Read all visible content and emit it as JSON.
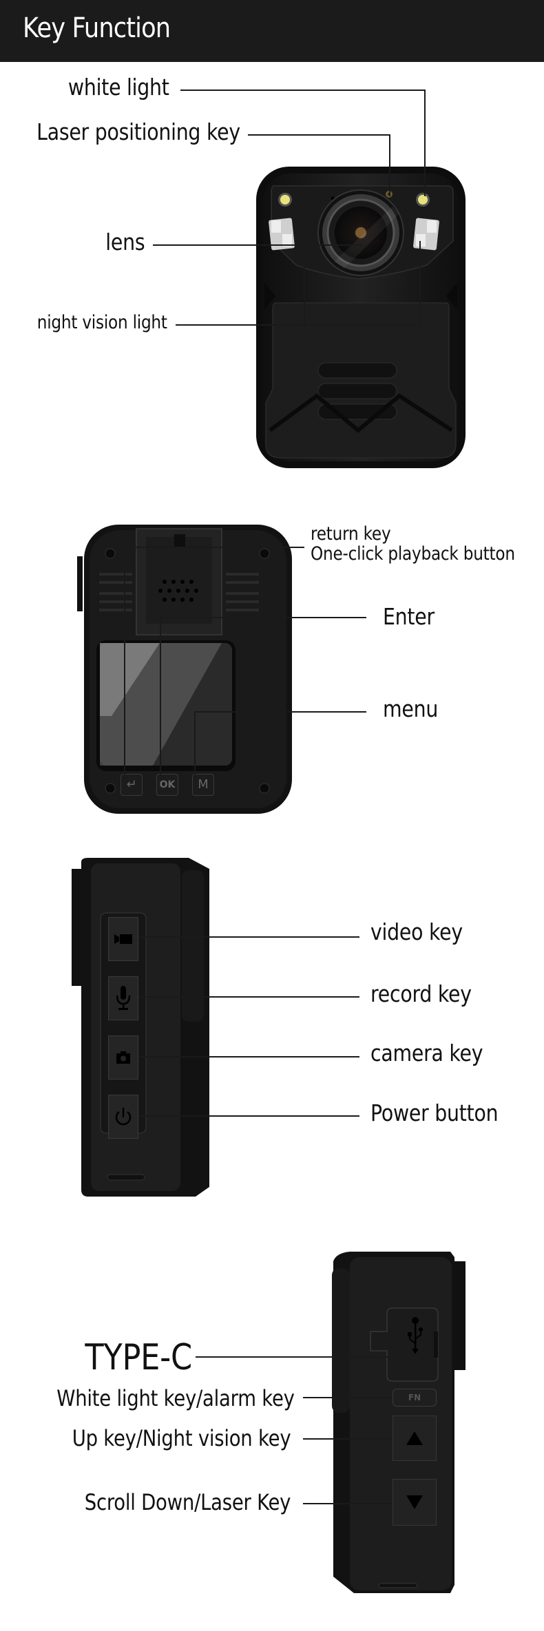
{
  "header": {
    "title": "Key Function"
  },
  "sections": {
    "front": {
      "labels": {
        "white_light": "white light",
        "laser_positioning_key": "Laser positioning key",
        "lens": "lens",
        "night_vision_light": "night vision light"
      }
    },
    "back": {
      "labels": {
        "return_key": "return key",
        "one_click_playback": "One-click playback button",
        "enter": "Enter",
        "menu": "menu"
      },
      "buttons": {
        "return": "↵",
        "ok": "OK",
        "menu": "M"
      }
    },
    "left_side": {
      "labels": {
        "video_key": "video key",
        "record_key": "record key",
        "camera_key": "camera key",
        "power_button": "Power button"
      }
    },
    "right_side": {
      "labels": {
        "type_c": "TYPE-C",
        "white_light_alarm": "White light key/alarm key",
        "up_night_vision": "Up key/Night vision key",
        "scroll_down_laser": "Scroll Down/Laser Key"
      },
      "buttons": {
        "fn": "FN"
      }
    }
  },
  "colors": {
    "header_bg": "#1b1b1b",
    "device_body": "#1c1c1c",
    "device_edge": "#0d0d0d",
    "led_yellow": "#e8e27a"
  }
}
